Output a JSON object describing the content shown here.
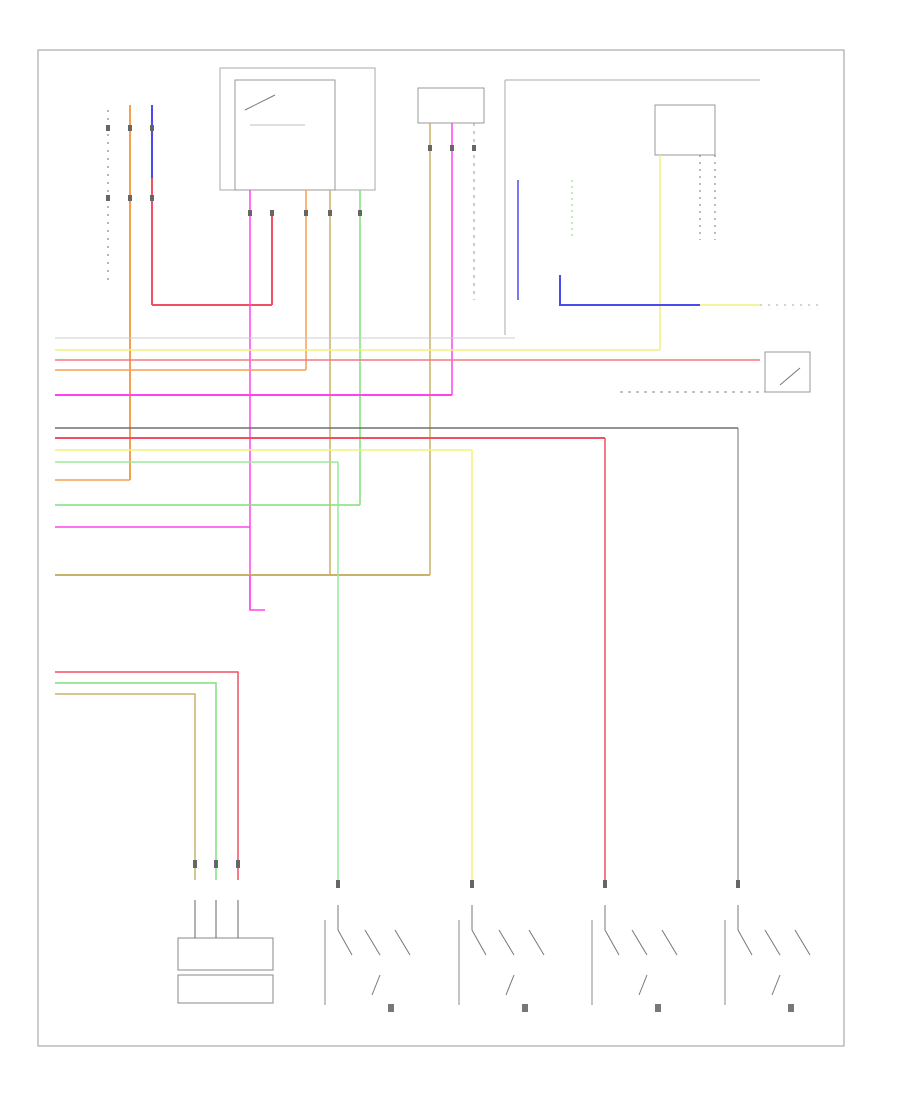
{
  "diagram": {
    "title": "",
    "background": "#ffffff",
    "frame_color": "#9a9a9a",
    "wire_colors": {
      "gray": "#9c9c9c",
      "orange": "#f5a050",
      "blue": "#4a4aee",
      "red": "#f05060",
      "pink": "#ff44ee",
      "green": "#7de07d",
      "tan": "#c8b26a",
      "yellow": "#f2f27a",
      "dark": "#707070",
      "light_green": "#9be89b"
    },
    "components": [
      {
        "id": "module-top-left",
        "caption": ""
      },
      {
        "id": "relay-top-center",
        "caption": ""
      },
      {
        "id": "connector-top",
        "caption": ""
      },
      {
        "id": "switch-top-right",
        "caption": ""
      },
      {
        "id": "door-switch-right",
        "caption": ""
      },
      {
        "id": "combination-meter",
        "caption": ""
      },
      {
        "id": "door-lock-switch-1",
        "caption": ""
      },
      {
        "id": "door-lock-switch-2",
        "caption": ""
      },
      {
        "id": "door-lock-switch-3",
        "caption": ""
      },
      {
        "id": "door-lock-switch-4",
        "caption": ""
      }
    ],
    "footer_note": ""
  }
}
